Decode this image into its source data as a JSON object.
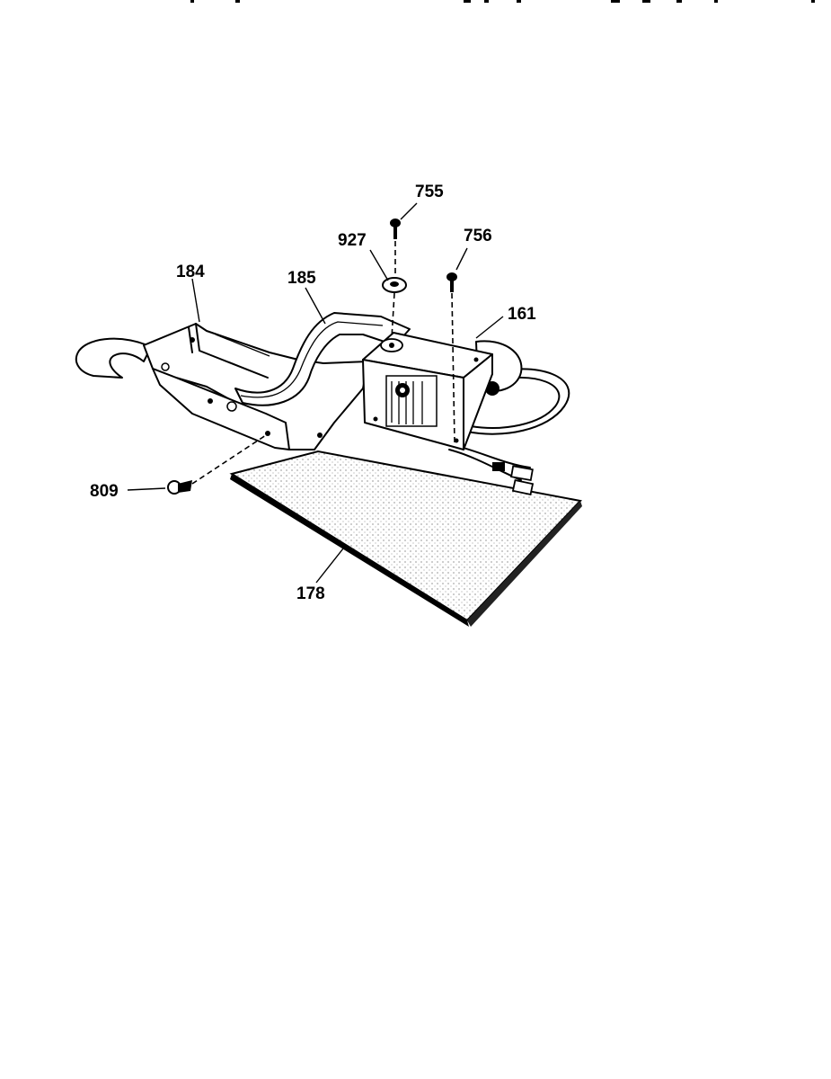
{
  "labels": {
    "p755": "755",
    "p927": "927",
    "p756": "756",
    "p184": "184",
    "p185": "185",
    "p161": "161",
    "p809": "809",
    "p178": "178"
  }
}
